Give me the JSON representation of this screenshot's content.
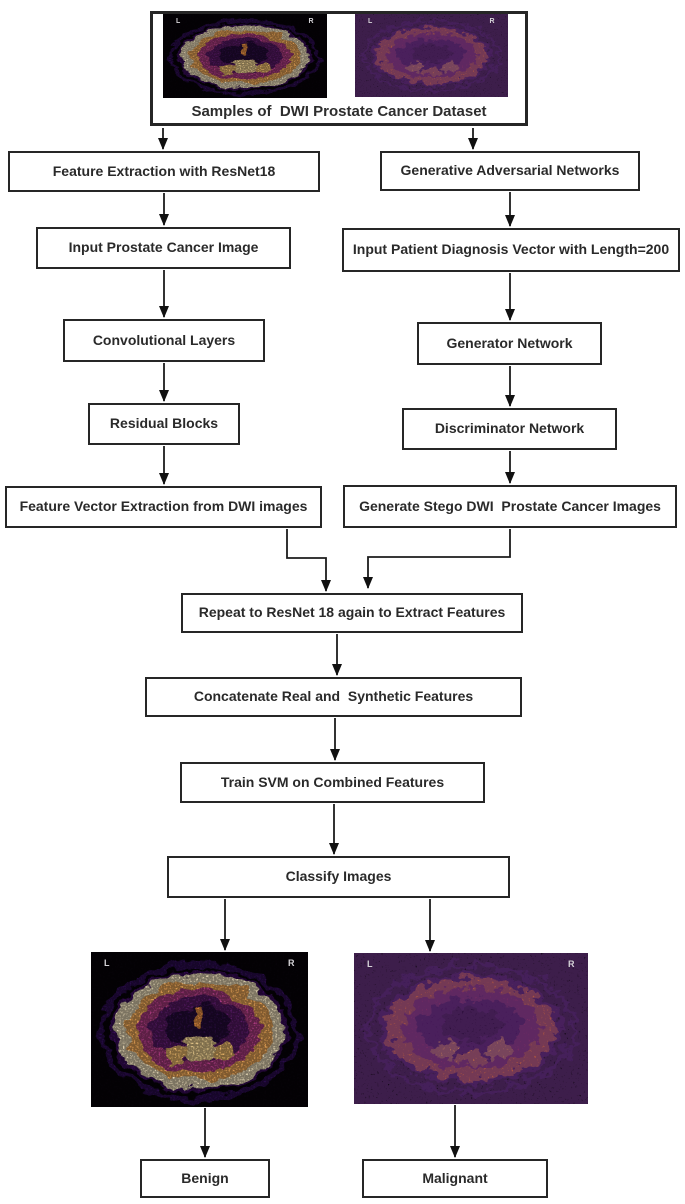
{
  "dataset": {
    "caption": "Samples of  DWI Prostate Cancer Dataset"
  },
  "scan_markers": {
    "left": "L",
    "right": "R"
  },
  "nodes": {
    "resnet_branch": [
      "Feature Extraction with ResNet18",
      "Input Prostate Cancer Image",
      "Convolutional Layers",
      "Residual Blocks",
      "Feature Vector Extraction from DWI images"
    ],
    "gan_branch": [
      "Generative Adversarial Networks",
      "Input Patient Diagnosis Vector with Length=200",
      "Generator Network",
      "Discriminator Network",
      "Generate Stego DWI  Prostate Cancer Images"
    ],
    "merged_chain": [
      "Repeat to ResNet 18 again to Extract Features",
      "Concatenate Real and  Synthetic Features",
      "Train SVM on Combined Features",
      "Classify Images"
    ],
    "outcomes": [
      "Benign",
      "Malignant"
    ]
  },
  "colors": {
    "box_border": "#262626",
    "text": "#2a2a2a",
    "arrow": "#1c1c1c",
    "background": "#ffffff",
    "scan_background": "#070309",
    "scan_hot": "#ffdf9b",
    "scan_orange": "#e2702f",
    "scan_purple": "#4a1458"
  }
}
